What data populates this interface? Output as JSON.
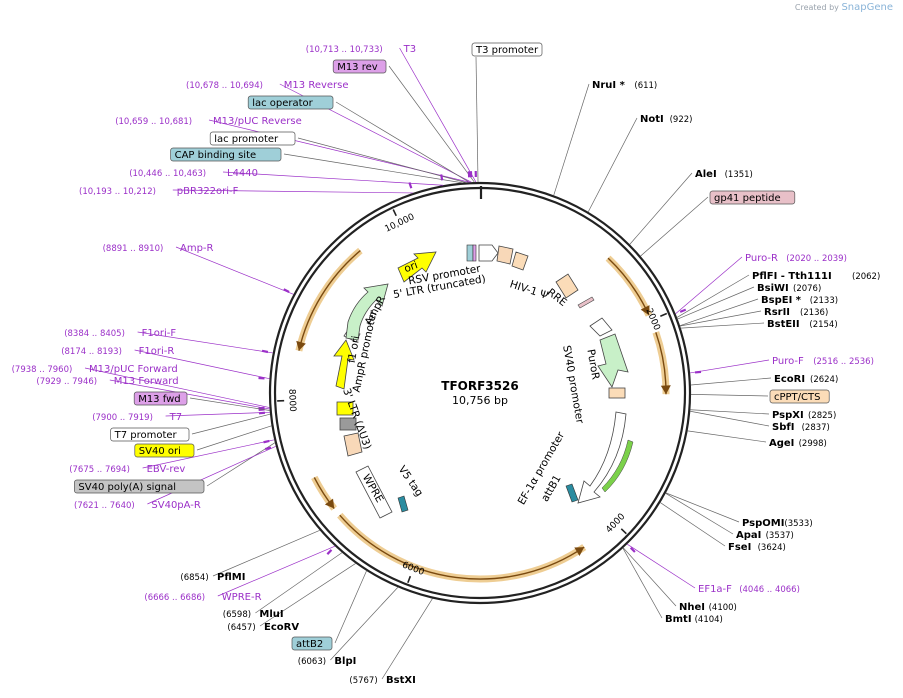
{
  "credit": {
    "prefix": "Created by",
    "brand": "SnapGene"
  },
  "plasmid": {
    "name": "TFORF3526",
    "size_label": "10,756 bp",
    "length": 10756
  },
  "ticks": [
    {
      "label": "2000",
      "pos": 2000
    },
    {
      "label": "4000",
      "pos": 4000
    },
    {
      "label": "6000",
      "pos": 6000
    },
    {
      "label": "8000",
      "pos": 8000
    },
    {
      "label": "10,000",
      "pos": 10000
    }
  ],
  "right_labels": [
    {
      "name": "NruI *",
      "pos_text": "(611)",
      "kind": "enzyme",
      "site": 611
    },
    {
      "name": "NotI",
      "pos_text": "(922)",
      "kind": "enzyme",
      "site": 922
    },
    {
      "name": "AleI",
      "pos_text": "(1351)",
      "kind": "enzyme",
      "site": 1351
    },
    {
      "name": "gp41 peptide",
      "pos_text": "",
      "kind": "feature-pink",
      "site": 1480
    },
    {
      "name": "Puro-R",
      "pos_text": "(2020 .. 2039)",
      "kind": "primer",
      "site": 2030
    },
    {
      "name": "PflFI - Tth111I",
      "pos_text": "(2062)",
      "kind": "enzyme",
      "site": 2062
    },
    {
      "name": "BsiWI",
      "pos_text": "(2076)",
      "kind": "enzyme",
      "site": 2076
    },
    {
      "name": "BspEI *",
      "pos_text": "(2133)",
      "kind": "enzyme",
      "site": 2133
    },
    {
      "name": "RsrII",
      "pos_text": "(2136)",
      "kind": "enzyme",
      "site": 2136
    },
    {
      "name": "BstEII",
      "pos_text": "(2154)",
      "kind": "enzyme",
      "site": 2154
    },
    {
      "name": "Puro-F",
      "pos_text": "(2516 .. 2536)",
      "kind": "primer",
      "site": 2526
    },
    {
      "name": "EcoRI",
      "pos_text": "(2624)",
      "kind": "enzyme",
      "site": 2624
    },
    {
      "name": "cPPT/CTS",
      "pos_text": "",
      "kind": "feature-orange",
      "site": 2700
    },
    {
      "name": "PspXI",
      "pos_text": "(2825)",
      "kind": "enzyme",
      "site": 2825
    },
    {
      "name": "SbfI",
      "pos_text": "(2837)",
      "kind": "enzyme",
      "site": 2837
    },
    {
      "name": "AgeI",
      "pos_text": "(2998)",
      "kind": "enzyme",
      "site": 2998
    },
    {
      "name": "PspOMI",
      "pos_text": "(3533)",
      "kind": "enzyme",
      "site": 3533
    },
    {
      "name": "ApaI",
      "pos_text": "(3537)",
      "kind": "enzyme",
      "site": 3537
    },
    {
      "name": "FseI",
      "pos_text": "(3624)",
      "kind": "enzyme",
      "site": 3624
    },
    {
      "name": "EF1a-F",
      "pos_text": "(4046 .. 4066)",
      "kind": "primer",
      "site": 4056
    },
    {
      "name": "NheI",
      "pos_text": "(4100)",
      "kind": "enzyme",
      "site": 4100
    },
    {
      "name": "BmtI",
      "pos_text": "(4104)",
      "kind": "enzyme",
      "site": 4104
    }
  ],
  "left_labels": [
    {
      "name": "T3",
      "pos_text": "(10,713 .. 10,733)",
      "kind": "primer",
      "site": 10723
    },
    {
      "name": "M13 rev",
      "pos_text": "",
      "kind": "feature-purple",
      "site": 10710
    },
    {
      "name": "M13 Reverse",
      "pos_text": "(10,678 .. 10,694)",
      "kind": "primer",
      "site": 10686
    },
    {
      "name": "lac operator",
      "pos_text": "",
      "kind": "feature-teal",
      "site": 10670
    },
    {
      "name": "M13/pUC Reverse",
      "pos_text": "(10,659 .. 10,681)",
      "kind": "primer",
      "site": 10670
    },
    {
      "name": "lac promoter",
      "pos_text": "",
      "kind": "feature-white",
      "site": 10640
    },
    {
      "name": "CAP binding site",
      "pos_text": "",
      "kind": "feature-teal",
      "site": 10610
    },
    {
      "name": "L4440",
      "pos_text": "(10,446 .. 10,463)",
      "kind": "primer",
      "site": 10455
    },
    {
      "name": "pBR322ori-F",
      "pos_text": "(10,193 .. 10,212)",
      "kind": "primer",
      "site": 10202
    },
    {
      "name": "Amp-R",
      "pos_text": "(8891 .. 8910)",
      "kind": "primer",
      "site": 8900
    },
    {
      "name": "F1ori-F",
      "pos_text": "(8384 .. 8405)",
      "kind": "primer",
      "site": 8394
    },
    {
      "name": "F1ori-R",
      "pos_text": "(8174 .. 8193)",
      "kind": "primer",
      "site": 8183
    },
    {
      "name": "M13/pUC Forward",
      "pos_text": "(7938 .. 7960)",
      "kind": "primer",
      "site": 7949
    },
    {
      "name": "M13 Forward",
      "pos_text": "(7929 .. 7946)",
      "kind": "primer",
      "site": 7937
    },
    {
      "name": "M13 fwd",
      "pos_text": "",
      "kind": "feature-purple",
      "site": 7925
    },
    {
      "name": "T7",
      "pos_text": "(7900 .. 7919)",
      "kind": "primer",
      "site": 7910
    },
    {
      "name": "T7 promoter",
      "pos_text": "",
      "kind": "feature-white",
      "site": 7895
    },
    {
      "name": "SV40 ori",
      "pos_text": "",
      "kind": "feature-yellow",
      "site": 7800
    },
    {
      "name": "EBV-rev",
      "pos_text": "(7675 .. 7694)",
      "kind": "primer",
      "site": 7684
    },
    {
      "name": "SV40 poly(A) signal",
      "pos_text": "",
      "kind": "feature-gray",
      "site": 7660
    },
    {
      "name": "SV40pA-R",
      "pos_text": "(7621 .. 7640)",
      "kind": "primer",
      "site": 7630
    },
    {
      "name": "PflMI",
      "pos_text": "(6854)",
      "kind": "enzyme",
      "site": 6854
    },
    {
      "name": "WPRE-R",
      "pos_text": "(6666 .. 6686)",
      "kind": "primer",
      "site": 6676
    },
    {
      "name": "MluI",
      "pos_text": "(6598)",
      "kind": "enzyme",
      "site": 6598
    },
    {
      "name": "EcoRV",
      "pos_text": "(6457)",
      "kind": "enzyme",
      "site": 6457
    },
    {
      "name": "attB2",
      "pos_text": "",
      "kind": "feature-teal",
      "site": 6350
    },
    {
      "name": "BlpI",
      "pos_text": "(6063)",
      "kind": "enzyme",
      "site": 6063
    },
    {
      "name": "BstXI",
      "pos_text": "(5767)",
      "kind": "enzyme",
      "site": 5767
    }
  ],
  "top_label": {
    "name": "T3 promoter",
    "site": 10740
  },
  "inner_labels": [
    {
      "text": "RSV promoter"
    },
    {
      "text": "5' LTR (truncated)"
    },
    {
      "text": "HIV-1 Ψ"
    },
    {
      "text": "RRE"
    },
    {
      "text": "PuroR"
    },
    {
      "text": "SV40 promoter"
    },
    {
      "text": "EF-1α promoter"
    },
    {
      "text": "attB1"
    },
    {
      "text": "V5 tag"
    },
    {
      "text": "WPRE"
    },
    {
      "text": "3' LTR (ΔU3)"
    },
    {
      "text": "AmpR promoter"
    },
    {
      "text": "f1 ori"
    },
    {
      "text": "AmpR"
    },
    {
      "text": "ori"
    }
  ],
  "orfs": [
    {
      "start": 1300,
      "end": 1950,
      "dir": 1
    },
    {
      "start": 2120,
      "end": 2700,
      "dir": 1
    },
    {
      "start": 4360,
      "end": 6840,
      "dir": -1
    },
    {
      "start": 6920,
      "end": 7260,
      "dir": -1
    },
    {
      "start": 8460,
      "end": 9560,
      "dir": -1
    }
  ],
  "colors": {
    "primer": "#9b30c8",
    "enzyme": "#000000",
    "line": "#666666",
    "primer_line": "#9b30c8",
    "backbone": "#222222",
    "orf": "#e0a43a",
    "teal": "#9fcfd8",
    "purple": "#dda0e8",
    "pink": "#e8c0c8",
    "orange": "#fbdcb8",
    "yellow": "#ffff00",
    "gray": "#c4c4c4",
    "green": "#c8f0c8",
    "peach": "#f8d8b8"
  }
}
